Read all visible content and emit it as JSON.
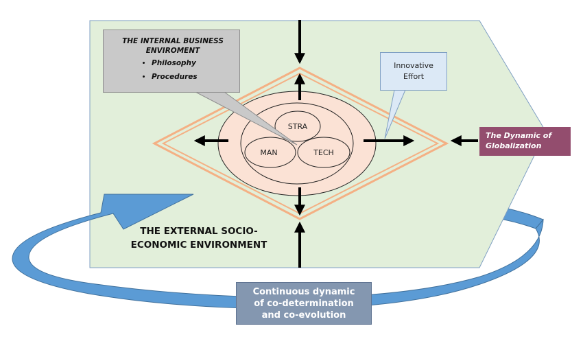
{
  "internal_environment": {
    "title_line1": "THE INTERNAL BUSINESS",
    "title_line2": "ENVIROMENT",
    "items": [
      "Philosophy",
      "Procedures"
    ]
  },
  "innovative_effort": {
    "line1": "Innovative",
    "line2": "Effort"
  },
  "globalization": {
    "line1": "The Dynamic of",
    "line2": "Globalization"
  },
  "core": {
    "strategy": "STRA",
    "management": "MAN",
    "technology": "TECH"
  },
  "external_environment": {
    "line1": "THE EXTERNAL SOCIO-",
    "line2": "ECONOMIC ENVIRONMENT"
  },
  "co_evolution": {
    "line1": "Continuous dynamic",
    "line2": "of co-determination",
    "line3": "and co-evolution"
  },
  "colors": {
    "external_background": "#e2efda",
    "diamond_border": "#f4b084",
    "ring_fill": "#fbe2d5",
    "globalization_box": "#934d6e",
    "cycle_arrow": "#5b9bd5",
    "dynamic_box": "#8497b0",
    "callout_grey": "#c9c9c9",
    "callout_blue": "#dce9f6"
  }
}
